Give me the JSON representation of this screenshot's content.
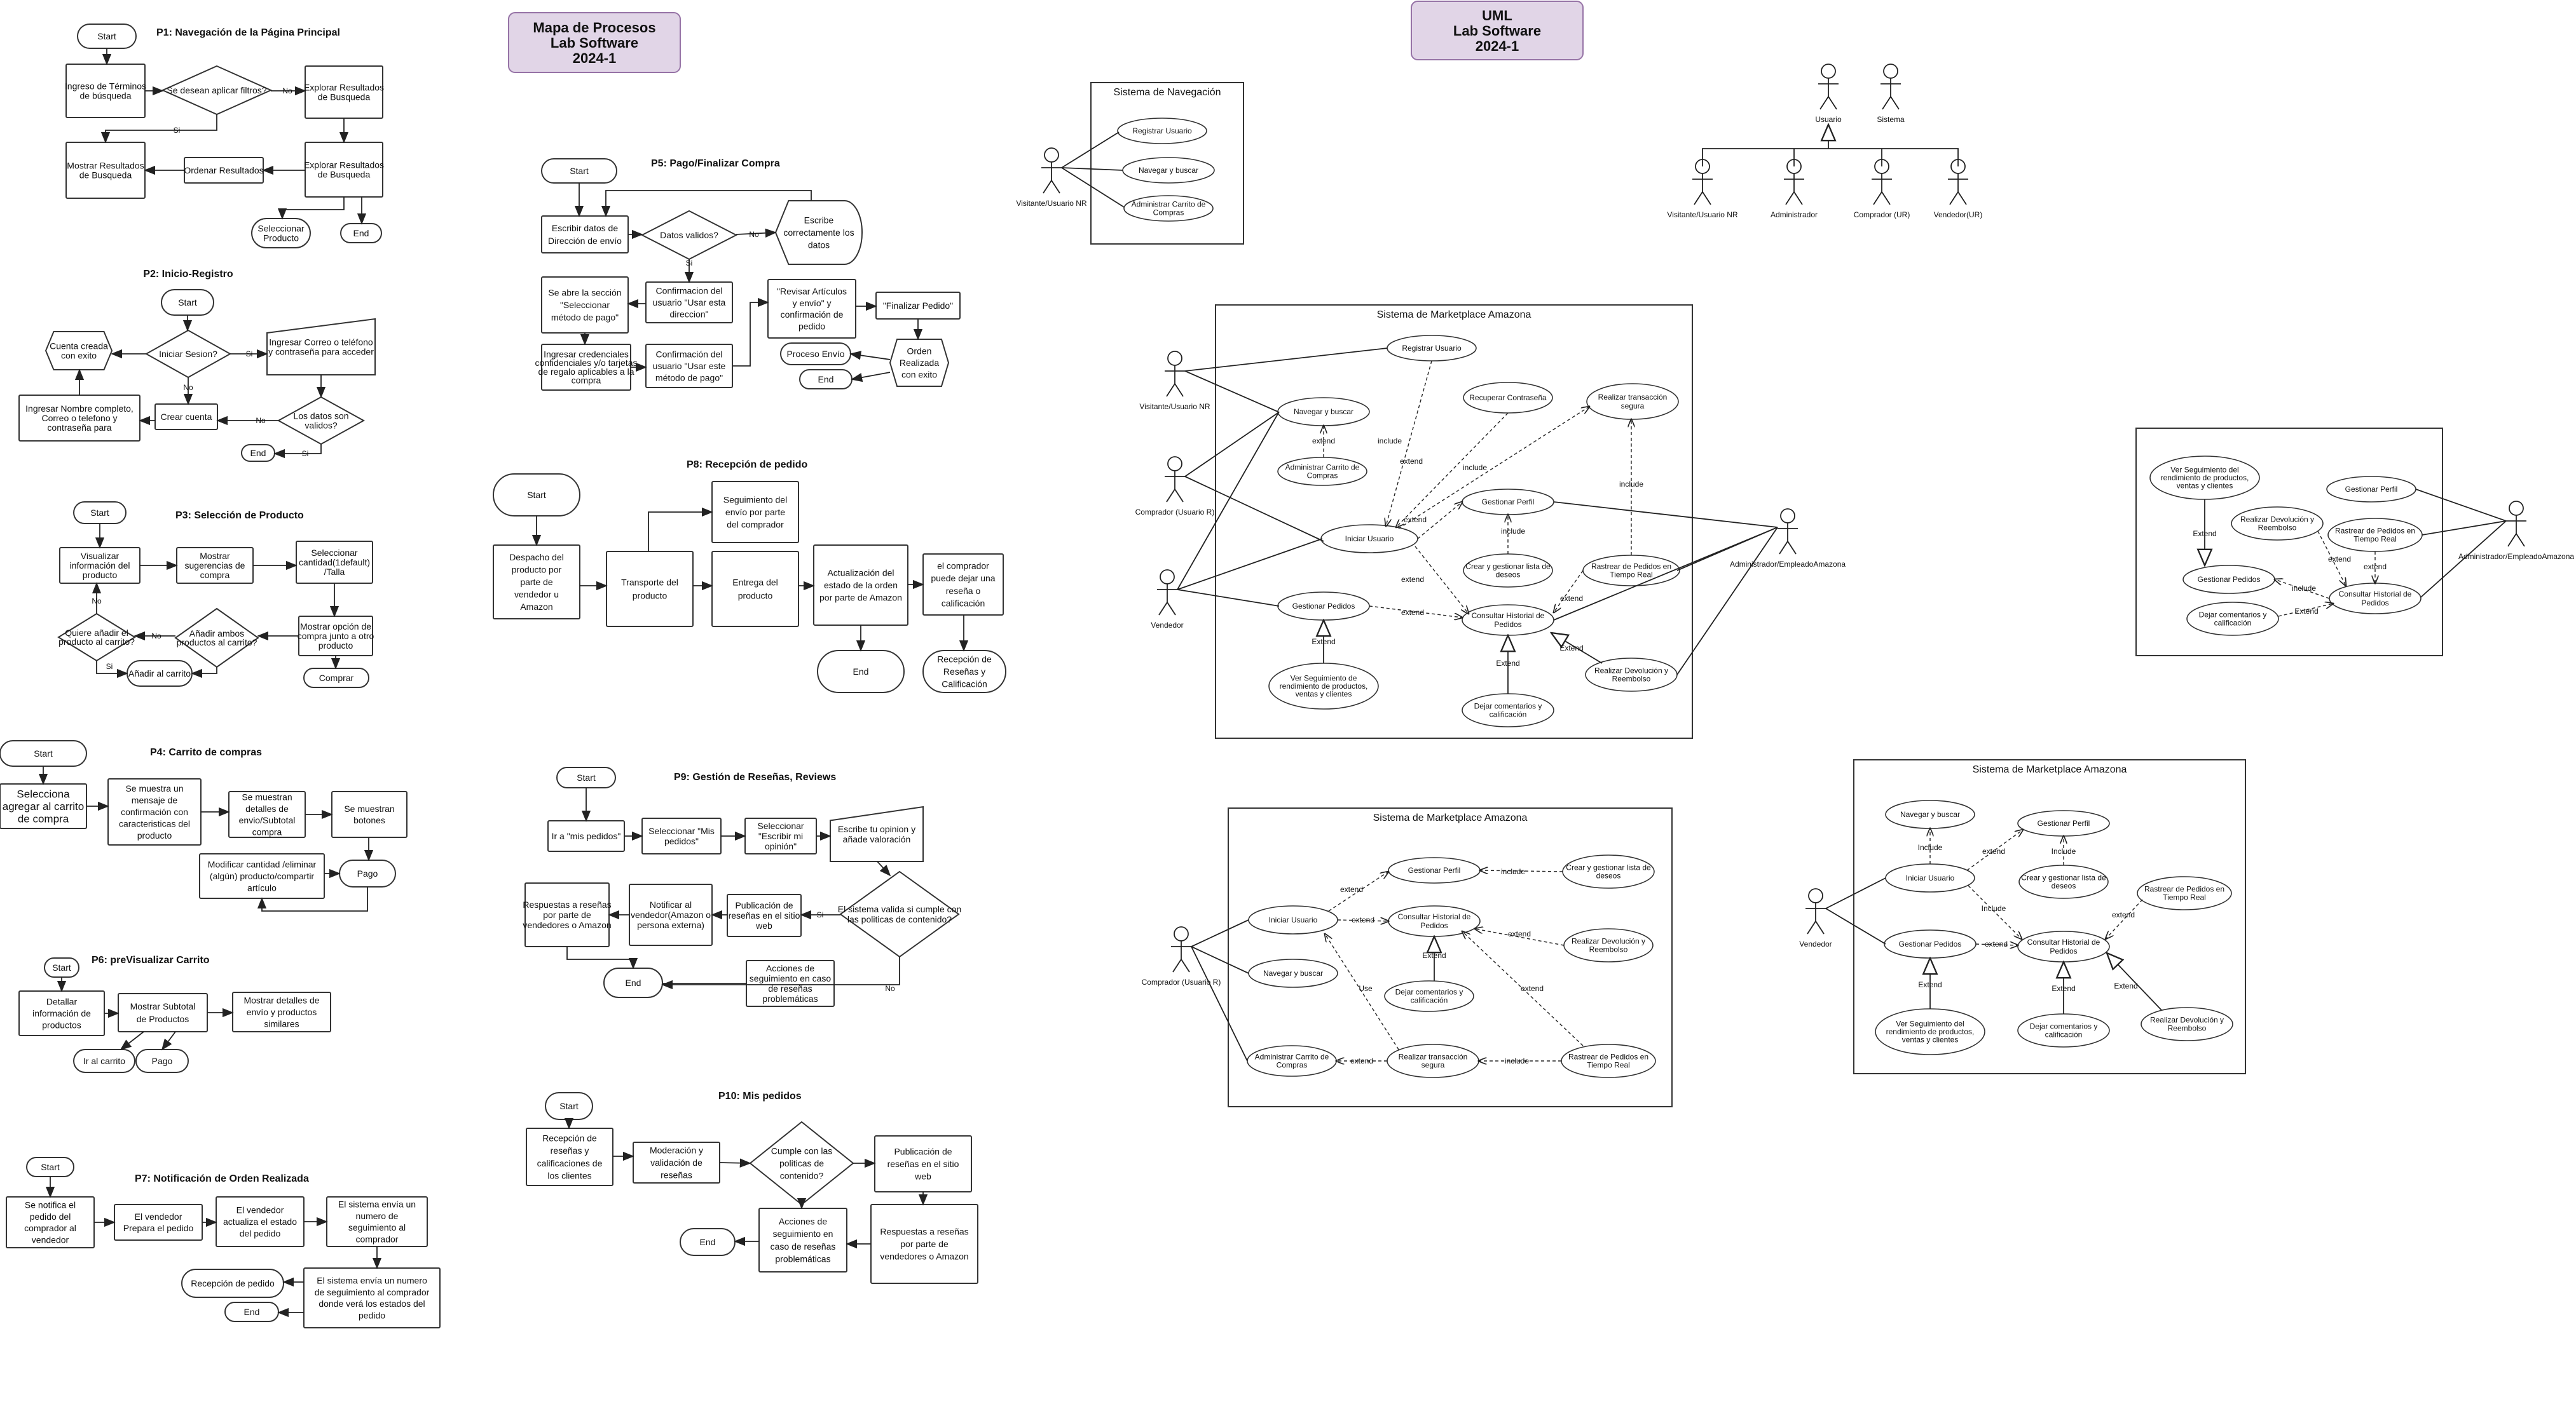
{
  "headers": {
    "procesos": [
      "Mapa de Procesos",
      "Lab Software",
      "2024-1"
    ],
    "uml": [
      "UML",
      "Lab Software",
      "2024-1"
    ]
  },
  "titles": {
    "p1": "P1: Navegación de la Página Principal",
    "p2": "P2: Inicio-Registro",
    "p3": "P3: Selección de Producto",
    "p4": "P4: Carrito de compras",
    "p5": "P5: Pago/Finalizar Compra",
    "p6": "P6: preVisualizar Carrito",
    "p7": "P7: Notificación de Orden Realizada",
    "p8": "P8: Recepción de pedido",
    "p9": "P9: Gestión de Reseñas, Reviews",
    "p10": "P10: Mis pedidos"
  },
  "p1": {
    "start": "Start",
    "n1": [
      "Ingreso de Términos",
      "de búsqueda"
    ],
    "d1": "Se desean aplicar filtros?",
    "no": "No",
    "si": "Si",
    "n2": [
      "Explorar Resultados",
      "de Busqueda"
    ],
    "n3": [
      "Mostrar Resultados",
      "de Busqueda"
    ],
    "n4": "Ordenar Resultados",
    "n5": [
      "Explorar Resultados",
      "de Busqueda"
    ],
    "n6": [
      "Seleccionar",
      "Producto"
    ],
    "end": "End"
  },
  "p2": {
    "start": "Start",
    "d1": "Iniciar Sesion?",
    "si": "Si",
    "no": "No",
    "n1": [
      "Ingresar Correo o teléfono",
      "y contraseña para acceder"
    ],
    "d2": [
      "Los datos son",
      "validos?"
    ],
    "n2": [
      "Cuenta creada",
      "con exito"
    ],
    "n3": "Crear cuenta",
    "n4": [
      "Ingresar Nombre completo,",
      "Correo o telefono y",
      "contraseña para"
    ],
    "end": "End",
    "si2": "Si"
  },
  "p3": {
    "start": "Start",
    "n1": [
      "Visualizar",
      "información del",
      "producto"
    ],
    "n2": [
      "Mostrar",
      "sugerencias de",
      "compra"
    ],
    "n3": [
      "Seleccionar",
      "cantidad(1default)",
      "/Talla"
    ],
    "n4": [
      "Mostrar opción de",
      "compra junto a otro",
      "producto"
    ],
    "d1": [
      "Añadir ambos",
      "productos al carrito?"
    ],
    "d2": [
      "Quiere añadir el",
      "producto al carrito?"
    ],
    "no": "No",
    "si": "Si",
    "n5": "Añadir al carrito",
    "n6": "Comprar"
  },
  "p4": {
    "start": "Start",
    "n1": [
      "Selecciona",
      "agregar al carrito",
      "de compra"
    ],
    "n2": [
      "Se muestra un",
      "mensaje de",
      "confirmación  con",
      "caracteristicas del",
      "producto"
    ],
    "n3": [
      "Se muestran",
      "detalles de",
      "envio/Subtotal",
      "compra"
    ],
    "n4": [
      "Se muestran",
      "botones"
    ],
    "n5": [
      "Modificar cantidad /eliminar",
      "(algún) producto/compartir",
      "artículo"
    ],
    "n6": "Pago"
  },
  "p6": {
    "start": "Start",
    "n1": [
      "Detallar",
      "información de",
      "productos"
    ],
    "n2": [
      "Mostrar Subtotal",
      "de Productos"
    ],
    "n3": [
      "Mostrar detalles de",
      "envío y productos",
      "similares"
    ],
    "n4": "Ir al carrito",
    "n5": "Pago"
  },
  "p7": {
    "start": "Start",
    "n1": [
      "Se notifica el",
      "pedido del",
      "comprador al",
      "vendedor"
    ],
    "n2": [
      "El vendedor",
      "Prepara el pedido"
    ],
    "n3": [
      "El vendedor",
      "actualiza el estado",
      "del pedido"
    ],
    "n4": [
      "El sistema envía un",
      "numero de",
      "seguimiento al",
      "comprador"
    ],
    "n5": [
      "El sistema envía un  numero",
      "de seguimiento al comprador",
      "donde verá los estados del",
      "pedido"
    ],
    "n6": "Recepción de pedido",
    "end": "End"
  },
  "p5": {
    "start": "Start",
    "n1": [
      "Escribir datos de",
      "Dirección de envío"
    ],
    "d1": "Datos validos?",
    "no": "No",
    "si": "Si",
    "n2": [
      "Escribe",
      "correctamente los",
      "datos"
    ],
    "n3": [
      "Se abre la sección",
      "\"Seleccionar",
      "método de pago\""
    ],
    "n4": [
      "Confirmacion del",
      "usuario \"Usar esta",
      "direccion\""
    ],
    "n5": [
      "Ingresar credenciales",
      "confidenciales y/o tarjetas",
      "de regalo aplicables a la",
      "compra"
    ],
    "n6": [
      "Confirmación del",
      "usuario \"Usar este",
      "método de pago\""
    ],
    "n7": [
      "\"Revisar Artículos",
      "y envío\" y",
      "confirmación de",
      "pedido"
    ],
    "n8": "\"Finalizar Pedido\"",
    "n9": "Proceso Envío",
    "n10": [
      "Orden",
      "Realizada",
      "con exito"
    ],
    "end": "End"
  },
  "p8": {
    "start": "Start",
    "n1": [
      "Despacho del",
      "producto por",
      "parte de",
      "vendedor u",
      "Amazon"
    ],
    "n2": [
      "Transporte del",
      "producto"
    ],
    "n3": [
      "Seguimiento del",
      "envío por parte",
      "del comprador"
    ],
    "n4": [
      "Entrega del",
      "producto"
    ],
    "n5": [
      "Actualización del",
      "estado de la orden",
      "por parte de Amazon"
    ],
    "n6": [
      "el comprador",
      "puede dejar una",
      "reseña o",
      "calificación"
    ],
    "n7": "End",
    "n8": [
      "Recepción de",
      "Reseñas y",
      "Calificación"
    ]
  },
  "p9": {
    "start": "Start",
    "n1": "Ir a \"mis pedidos\"",
    "n2": [
      "Seleccionar \"Mis",
      "pedidos\""
    ],
    "n3": [
      "Seleccionar",
      "\"Escribir mi",
      "opinión\""
    ],
    "n4": [
      "Escribe tu opinion y",
      "añade valoración"
    ],
    "d1": [
      "El sistema valida si  cumple con",
      "las politicas de contenido?"
    ],
    "si": "Si",
    "no": "No",
    "n5": [
      "Publicación de",
      "reseñas en el sitio",
      "web"
    ],
    "n6": [
      "Notificar al",
      "vendedor(Amazon o",
      "persona externa)"
    ],
    "n7": [
      "Respuestas a reseñas",
      "por parte de",
      "vendedores o Amazon"
    ],
    "n8": [
      "Acciones de",
      "seguimiento en caso",
      "de reseñas",
      "problemáticas"
    ],
    "end": "End"
  },
  "p10": {
    "start": "Start",
    "n1": [
      "Recepción de",
      "reseñas y",
      "calificaciones de",
      "los clientes"
    ],
    "n2": [
      "Moderación y",
      "validación de",
      "reseñas"
    ],
    "d1": [
      "Cumple con las",
      "politicas de",
      "contenido?"
    ],
    "n3": [
      "Publicación de",
      "reseñas en el sitio",
      "web"
    ],
    "n4": [
      "Acciones de",
      "seguimiento en",
      "caso de reseñas",
      "problemáticas"
    ],
    "n5": [
      "Respuestas a reseñas",
      "por parte de",
      "vendedores o Amazon"
    ],
    "end": "End"
  },
  "uml_nav": {
    "system": "Sistema de Navegación",
    "actor": "Visitante/Usuario NR",
    "uc": [
      "Registrar Usuario",
      "Navegar y buscar",
      [
        "Administrar Carrito de",
        "Compras"
      ]
    ]
  },
  "uml_gen": {
    "parent1": "Usuario",
    "parent2": "Sistema",
    "children": [
      "Visitante/Usuario NR",
      "Administrador",
      "Comprador (UR)",
      "Vendedor(UR)"
    ]
  },
  "uml_main": {
    "system": "Sistema de Marketplace Amazona",
    "actors": [
      "Visitante/Usuario NR",
      "Comprador (Usuario R)",
      "Vendedor",
      "Administrador/EmpleadoAmazona"
    ],
    "uc": {
      "registrar": "Registrar Usuario",
      "navegar": "Navegar y buscar",
      "recuperar": "Recuperar Contraseña",
      "transaccion": [
        "Realizar transacción",
        "segura"
      ],
      "carrito": [
        "Administrar Carrito de",
        "Compras"
      ],
      "perfil": "Gestionar Perfil",
      "iniciar": "Iniciar Usuario",
      "deseos": [
        "Crear y gestionar lista de",
        "deseos"
      ],
      "rastrear": [
        "Rastrear de Pedidos en",
        "Tiempo Real"
      ],
      "pedidos": "Gestionar Pedidos",
      "historial": [
        "Consultar Historial de",
        "Pedidos"
      ],
      "seguimiento": [
        "Ver Seguimiento de",
        "rendimiento de productos,",
        "ventas y clientes"
      ],
      "devolucion": [
        "Realizar Devolución y",
        "Reembolso"
      ],
      "comentarios": [
        "Dejar comentarios y",
        "calificación"
      ]
    },
    "labels": {
      "include": "include",
      "extend": "extend",
      "Extend": "Extend",
      "Include": "Include",
      "use": "Use"
    }
  },
  "uml_admin": {
    "actor": "Administrador/EmpleadoAmazona",
    "uc": {
      "seguimiento": [
        "Ver Seguimiento del",
        "rendimiento de productos,",
        "ventas y clientes"
      ],
      "perfil": "Gestionar Perfil",
      "devolucion": [
        "Realizar Devolución y",
        "Reembolso"
      ],
      "rastrear": [
        "Rastrear de Pedidos en",
        "Tiempo Real"
      ],
      "pedidos": "Gestionar Pedidos",
      "historial": [
        "Consultar Historial de",
        "Pedidos"
      ],
      "comentarios": [
        "Dejar comentarios y",
        "calificación"
      ]
    }
  },
  "uml_comp": {
    "system": "Sistema de Marketplace Amazona",
    "actor": "Comprador (Usuario R)",
    "uc": {
      "perfil": "Gestionar Perfil",
      "deseos": [
        "Crear y gestionar lista de",
        "deseos"
      ],
      "iniciar": "Iniciar Usuario",
      "historial": [
        "Consultar Historial de",
        "Pedidos"
      ],
      "devolucion": [
        "Realizar Devolución y",
        "Reembolso"
      ],
      "navegar": "Navegar y buscar",
      "comentarios": [
        "Dejar comentarios y",
        "calificación"
      ],
      "carrito": [
        "Administrar Carrito de",
        "Compras"
      ],
      "transaccion": [
        "Realizar transacción",
        "segura"
      ],
      "rastrear": [
        "Rastrear de Pedidos en",
        "Tiempo Real"
      ]
    }
  },
  "uml_vend": {
    "system": "Sistema de Marketplace Amazona",
    "actor": "Vendedor",
    "uc": {
      "navegar": "Navegar y buscar",
      "perfil": "Gestionar Perfil",
      "iniciar": "Iniciar Usuario",
      "deseos": [
        "Crear y gestionar lista de",
        "deseos"
      ],
      "rastrear": [
        "Rastrear de Pedidos en",
        "Tiempo Real"
      ],
      "pedidos": "Gestionar Pedidos",
      "historial": [
        "Consultar Historial de",
        "Pedidos"
      ],
      "seguimiento": [
        "Ver Seguimiento del",
        "rendimiento de productos,",
        "ventas y clientes"
      ],
      "comentarios": [
        "Dejar comentarios y",
        "calificación"
      ],
      "devolucion": [
        "Realizar Devolución y",
        "Reembolso"
      ]
    }
  }
}
